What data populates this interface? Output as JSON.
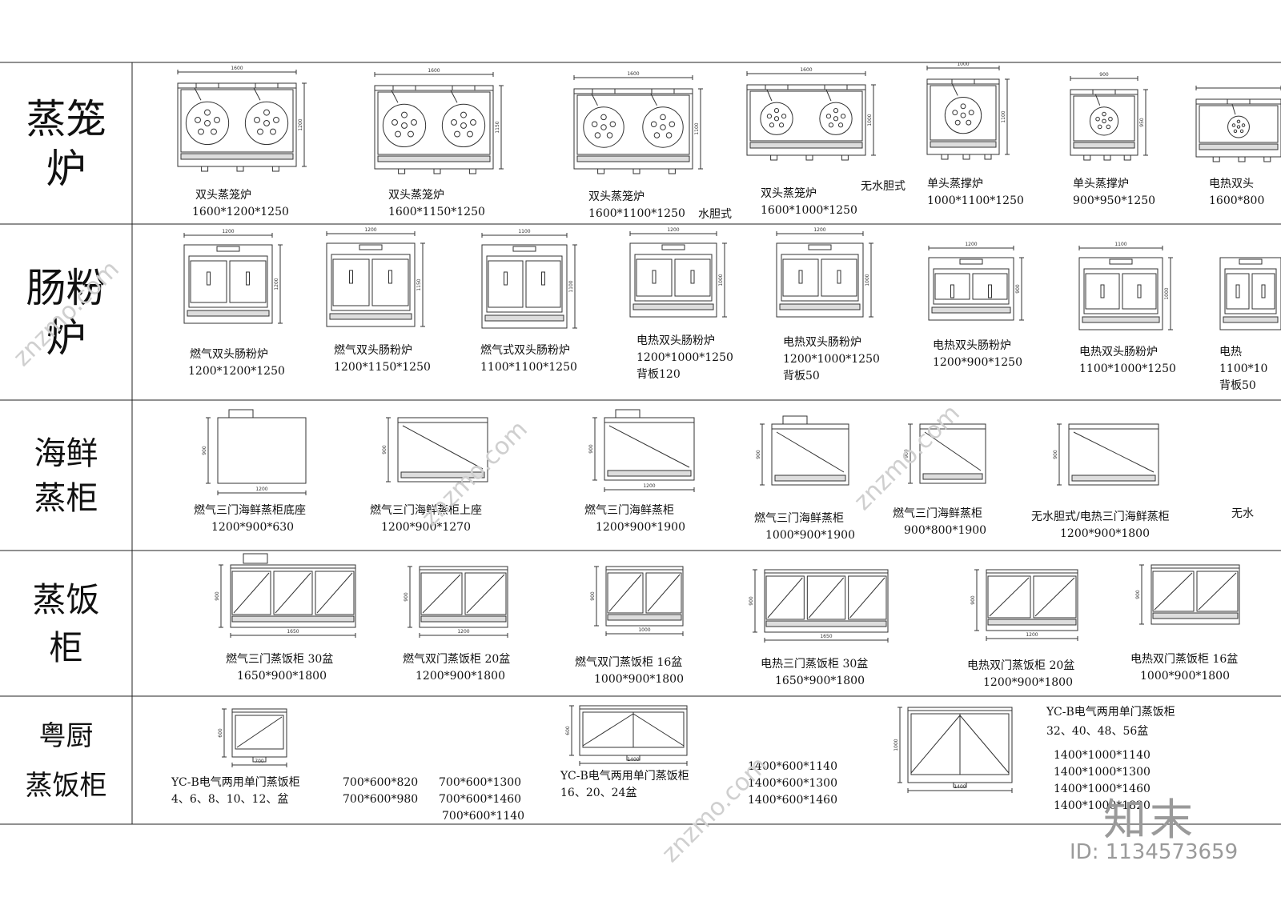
{
  "categories": [
    {
      "lines": [
        "蒸笼",
        "炉"
      ]
    },
    {
      "lines": [
        "肠粉",
        "炉"
      ]
    },
    {
      "lines": [
        "海鲜",
        "蒸柜"
      ]
    },
    {
      "lines": [
        "蒸饭",
        "柜"
      ]
    },
    {
      "lines": [
        "粤厨",
        "蒸饭柜"
      ]
    }
  ],
  "row1": [
    {
      "name": "双头蒸笼炉",
      "size": "1600*1200*1250",
      "dim_w": "1600",
      "dim_h": "1200"
    },
    {
      "name": "双头蒸笼炉",
      "size": "1600*1150*1250",
      "dim_w": "1600",
      "dim_h": "1150"
    },
    {
      "name": "双头蒸笼炉",
      "size": "1600*1100*1250",
      "dim_w": "1600",
      "dim_h": "1100"
    },
    {
      "name": "双头蒸笼炉",
      "size": "1600*1000*1250",
      "dim_w": "1600",
      "dim_h": "1000"
    },
    {
      "name": "单头蒸撑炉",
      "size": "1000*1100*1250",
      "dim_w": "1000",
      "dim_h": "1100"
    },
    {
      "name": "单头蒸撑炉",
      "size": "900*950*1250",
      "dim_w": "900",
      "dim_h": "950"
    },
    {
      "name": "电热双头",
      "size": "1600*800",
      "dim_w": "",
      "dim_h": ""
    }
  ],
  "row1_notes": {
    "water": "水胆式",
    "nowater": "无水胆式"
  },
  "row2": [
    {
      "name": "燃气双头肠粉炉",
      "size": "1200*1200*1250",
      "extra": "",
      "dim_w": "1200",
      "dim_h": "1200"
    },
    {
      "name": "燃气双头肠粉炉",
      "size": "1200*1150*1250",
      "extra": "",
      "dim_w": "1200",
      "dim_h": "1150"
    },
    {
      "name": "燃气式双头肠粉炉",
      "size": "1100*1100*1250",
      "extra": "",
      "dim_w": "1100",
      "dim_h": "1100"
    },
    {
      "name": "电热双头肠粉炉",
      "size": "1200*1000*1250",
      "extra": "背板120",
      "dim_w": "1200",
      "dim_h": "1000"
    },
    {
      "name": "电热双头肠粉炉",
      "size": "1200*1000*1250",
      "extra": "背板50",
      "dim_w": "1200",
      "dim_h": "1000"
    },
    {
      "name": "电热双头肠粉炉",
      "size": "1200*900*1250",
      "extra": "",
      "dim_w": "1200",
      "dim_h": "900"
    },
    {
      "name": "电热双头肠粉炉",
      "size": "1100*1000*1250",
      "extra": "",
      "dim_w": "1100",
      "dim_h": "1000"
    },
    {
      "name": "电热",
      "size": "1100*10",
      "extra": "背板50",
      "dim_w": "",
      "dim_h": ""
    }
  ],
  "row3": [
    {
      "name": "燃气三门海鲜蒸柜底座",
      "size": "1200*900*630",
      "dim_w": "1200",
      "dim_h": "900"
    },
    {
      "name": "燃气三门海鲜蒸柜上座",
      "size": "1200*900*1270",
      "dim_w": "",
      "dim_h": "900"
    },
    {
      "name": "燃气三门海鲜蒸柜",
      "size": "1200*900*1900",
      "dim_w": "1200",
      "dim_h": "900"
    },
    {
      "name": "燃气三门海鲜蒸柜",
      "size": "1000*900*1900",
      "dim_w": "",
      "dim_h": "900"
    },
    {
      "name": "燃气三门海鲜蒸柜",
      "size": "900*800*1900",
      "dim_w": "",
      "dim_h": "900"
    },
    {
      "name": "无水胆式/电热三门海鲜蒸柜",
      "size": "1200*900*1800",
      "dim_w": "",
      "dim_h": "900"
    },
    {
      "name": "无水",
      "size": "",
      "dim_w": "",
      "dim_h": ""
    }
  ],
  "row4": [
    {
      "name": "燃气三门蒸饭柜 30盆",
      "size": "1650*900*1800",
      "dim_w": "1650",
      "dim_h": "900"
    },
    {
      "name": "燃气双门蒸饭柜 20盆",
      "size": "1200*900*1800",
      "dim_w": "1200",
      "dim_h": "900"
    },
    {
      "name": "燃气双门蒸饭柜 16盆",
      "size": "1000*900*1800",
      "dim_w": "1000",
      "dim_h": "900"
    },
    {
      "name": "电热三门蒸饭柜 30盆",
      "size": "1650*900*1800",
      "dim_w": "1650",
      "dim_h": "900"
    },
    {
      "name": "电热双门蒸饭柜 20盆",
      "size": "1200*900*1800",
      "dim_w": "1200",
      "dim_h": "900"
    },
    {
      "name": "电热双门蒸饭柜 16盆",
      "size": "1000*900*1800",
      "dim_w": "",
      "dim_h": "900"
    }
  ],
  "row5": {
    "item1": {
      "title": "YC-B电气两用单门蒸饭柜",
      "pans": "4、6、8、10、12、盆",
      "dim_w": "700",
      "dim_h": "600"
    },
    "sizes1a": [
      "700*600*820",
      "700*600*980"
    ],
    "sizes1b": [
      "700*600*1300",
      "700*600*1460",
      "700*600*1140"
    ],
    "item2": {
      "title": "YC-B电气两用单门蒸饭柜",
      "pans": "16、20、24盆",
      "dim_w": "1400",
      "dim_h": "600"
    },
    "sizes2": [
      "1400*600*1140",
      "1400*600*1300",
      "1400*600*1460"
    ],
    "item3": {
      "title": "YC-B电气两用单门蒸饭柜",
      "pans": "32、40、48、56盆",
      "dim_w": "1400",
      "dim_h": "1000"
    },
    "sizes3": [
      "1400*1000*1140",
      "1400*1000*1300",
      "1400*1000*1460",
      "1400*1000*1820"
    ]
  },
  "watermark": {
    "logo": "知末",
    "id": "ID: 1134573659",
    "site": "znzmo.com"
  }
}
